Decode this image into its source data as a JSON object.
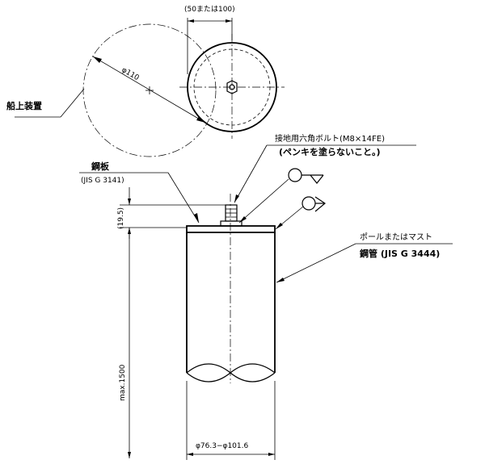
{
  "top_view": {
    "offset_label": "(50または100)",
    "diameter_label": "φ110",
    "deck_label": "船上装置"
  },
  "side_view": {
    "plate_label": "鋼板",
    "plate_standard": "(JIS G 3141)",
    "bolt_label": "接地用六角ボルト(M8×14FE)",
    "bolt_note": "(ペンキを塗らないこと。)",
    "pole_label": "ポールまたはマスト",
    "pipe_label": "鋼管 (JIS G 3444)",
    "height_label": "(19.5)",
    "length_label": "max.1500",
    "diameter_range": "φ76.3−φ101.6"
  }
}
